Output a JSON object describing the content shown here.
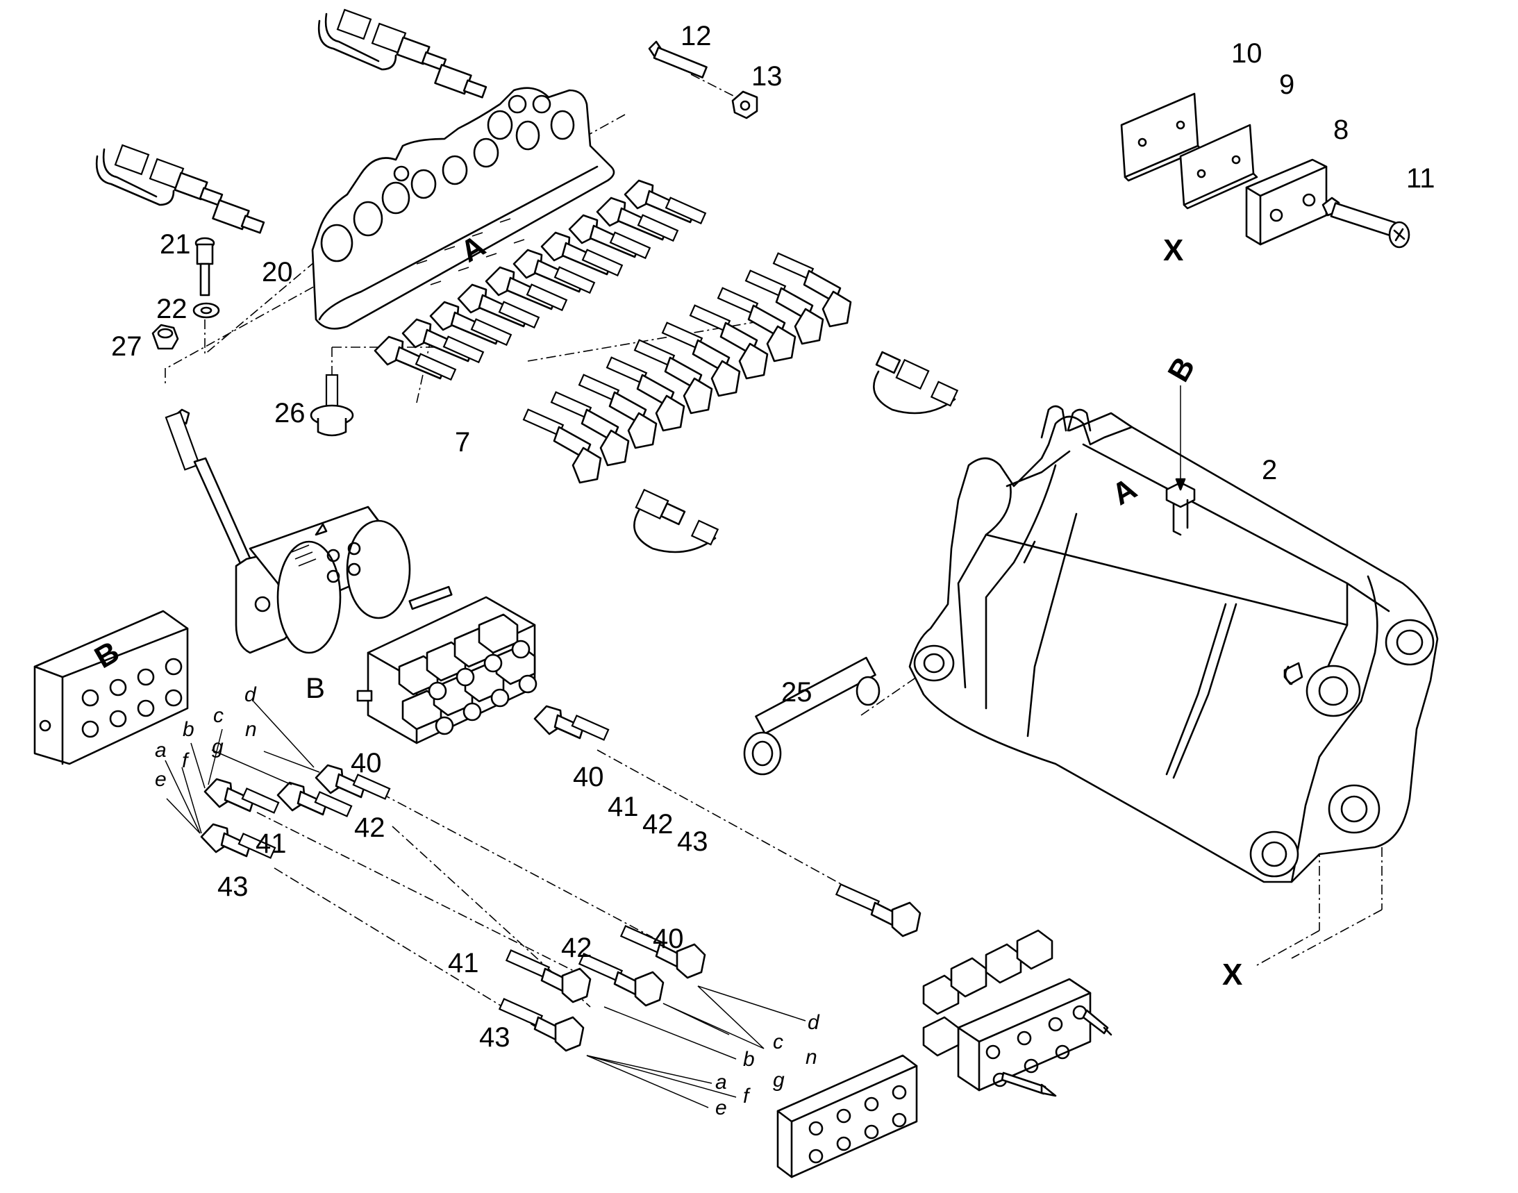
{
  "colors": {
    "ink": "#000000",
    "paper": "#ffffff"
  },
  "callouts": {
    "c2": "2",
    "c7": "7",
    "c8": "8",
    "c9": "9",
    "c10": "10",
    "c11": "11",
    "c12": "12",
    "c13": "13",
    "c20": "20",
    "c21": "21",
    "c22": "22",
    "c25": "25",
    "c26": "26",
    "c27": "27",
    "c40a": "40",
    "c42a": "42",
    "c41a": "41",
    "c43a": "43",
    "c40b": "40",
    "c41b": "41",
    "c42b": "42",
    "c43b": "43",
    "c40c": "40",
    "c42c": "42",
    "c41c": "41",
    "c43c": "43"
  },
  "markers": {
    "x_top": "X",
    "x_bottom": "X",
    "a_plate": "A",
    "a_frame": "A",
    "b_arrow": "B",
    "b_block": "B",
    "b_valve": "B"
  },
  "port_letters": {
    "left": [
      "d",
      "n",
      "c",
      "g",
      "b",
      "f",
      "a",
      "e"
    ],
    "right": [
      "d",
      "c",
      "n",
      "b",
      "g",
      "a",
      "f",
      "e"
    ]
  }
}
